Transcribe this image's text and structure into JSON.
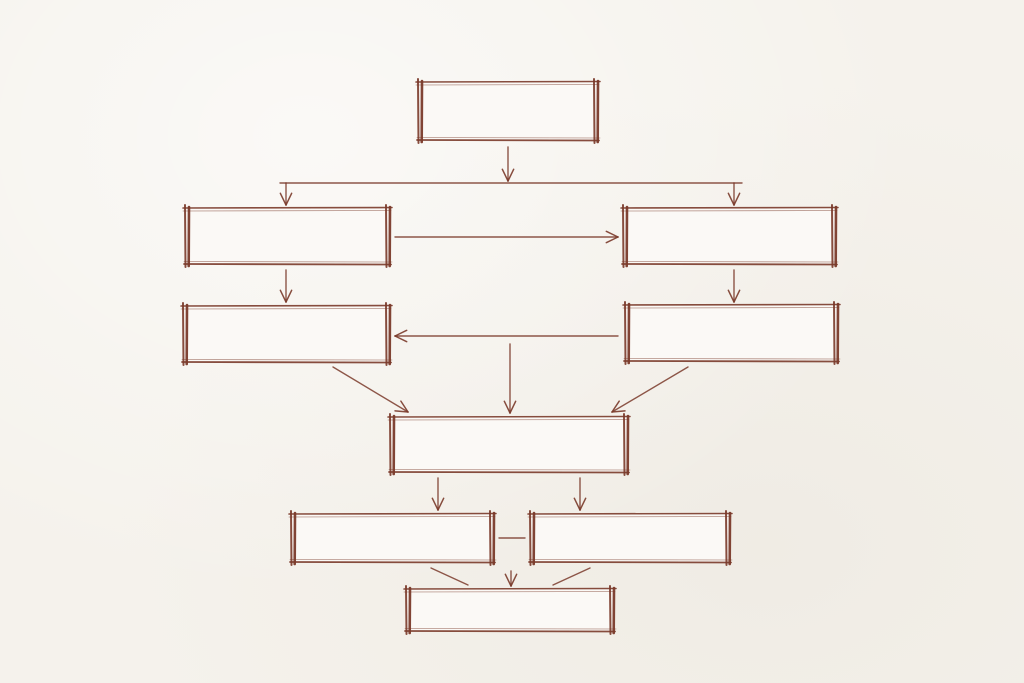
{
  "diagram": {
    "type": "flowchart",
    "ink_color": "#7a3a2a",
    "paper_color": "#f5f2ec",
    "box_fill_color": "#fbf9f6",
    "nodes": [
      {
        "id": "top-box",
        "label": ""
      },
      {
        "id": "box-2a",
        "label": ""
      },
      {
        "id": "box-2b",
        "label": ""
      },
      {
        "id": "box-3a",
        "label": ""
      },
      {
        "id": "box-3b",
        "label": ""
      },
      {
        "id": "center-box",
        "label": ""
      },
      {
        "id": "box-5a",
        "label": ""
      },
      {
        "id": "box-5b",
        "label": ""
      },
      {
        "id": "bottom-box",
        "label": ""
      }
    ],
    "edges": [
      {
        "from": "top-box",
        "to": "branch-line"
      },
      {
        "from": "branch-line",
        "to": "box-2a"
      },
      {
        "from": "branch-line",
        "to": "box-2b"
      },
      {
        "from": "box-2a",
        "to": "box-2b"
      },
      {
        "from": "box-2a",
        "to": "box-3a"
      },
      {
        "from": "box-2b",
        "to": "box-3b"
      },
      {
        "from": "box-3b",
        "to": "box-3a"
      },
      {
        "from": "box-3a",
        "to": "center-box"
      },
      {
        "from": "box-3b",
        "to": "center-box"
      },
      {
        "from": "middle-line",
        "to": "center-box"
      },
      {
        "from": "center-box",
        "to": "box-5a"
      },
      {
        "from": "center-box",
        "to": "box-5b"
      },
      {
        "from": "box-5a",
        "to": "box-5b",
        "style": "line"
      },
      {
        "from": "box-5a",
        "to": "bottom-box",
        "style": "line"
      },
      {
        "from": "box-5b",
        "to": "bottom-box",
        "style": "line"
      },
      {
        "from": "box-5a+box-5b",
        "to": "bottom-box"
      }
    ]
  }
}
